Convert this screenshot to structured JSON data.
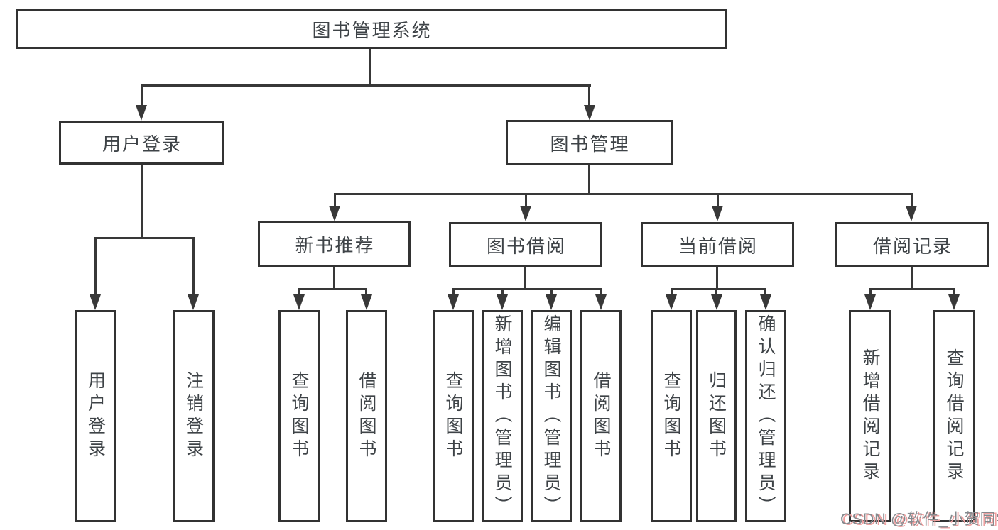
{
  "root_label": "图书管理系统",
  "level2": {
    "user": "用户登录",
    "book": "图书管理"
  },
  "level3": {
    "recommend": "新书推荐",
    "borrow": "图书借阅",
    "current": "当前借阅",
    "records": "借阅记录"
  },
  "leaves": {
    "user": [
      "用户登录",
      "注销登录"
    ],
    "recommend": [
      "查询图书",
      "借阅图书"
    ],
    "borrow": [
      "查询图书",
      "新增图书（管理员）",
      "编辑图书（管理员）",
      "借阅图书"
    ],
    "current": [
      "查询图书",
      "归还图书",
      "确认归还（管理员）"
    ],
    "records": [
      "新增借阅记录",
      "查询借阅记录"
    ]
  },
  "watermark": "CSDN @软件_小贺同学",
  "colors": {
    "line": "#383838",
    "box_border": "#323232",
    "text": "#3e4347",
    "watermark_text": "#85898d",
    "watermark_shadow": "#f0a0a0",
    "background": "#ffffff"
  }
}
